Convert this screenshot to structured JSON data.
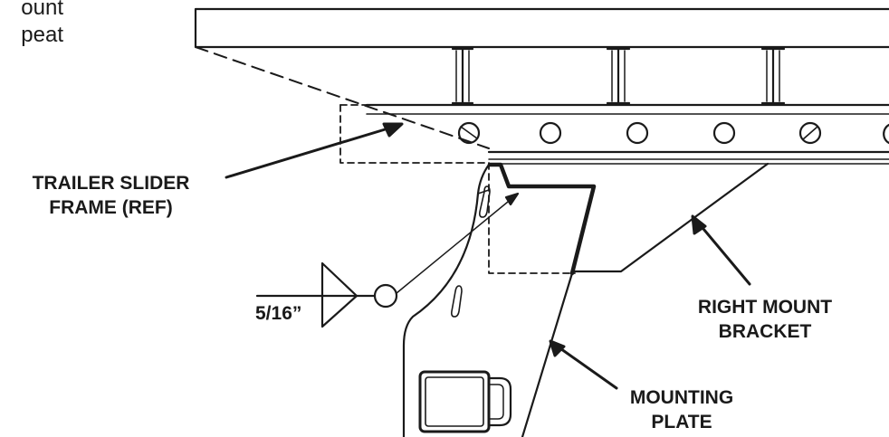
{
  "fragment": {
    "line1": "ount",
    "line2": "peat"
  },
  "labels": {
    "trailer_slider_frame": {
      "line1": "TRAILER SLIDER",
      "line2": "FRAME (REF)"
    },
    "weld_size": "5/16”",
    "right_mount_bracket": {
      "line1": "RIGHT MOUNT",
      "line2": "BRACKET"
    },
    "mounting_plate": {
      "line1": "MOUNTING",
      "line2": "PLATE"
    }
  },
  "colors": {
    "ink": "#1a1a1a",
    "background": "#ffffff"
  },
  "icons": [
    "fillet-weld-symbol"
  ]
}
